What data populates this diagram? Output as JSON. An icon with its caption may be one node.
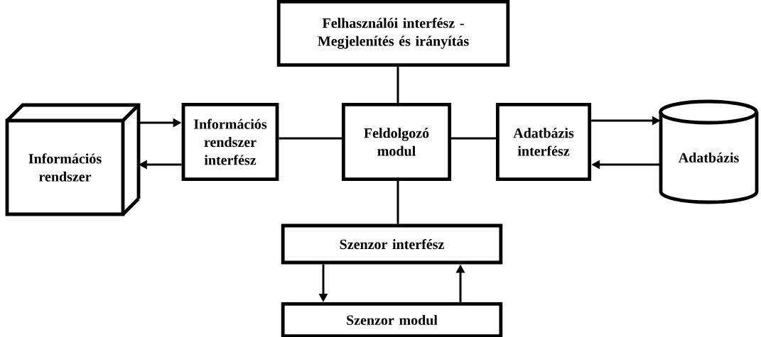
{
  "diagram": {
    "nodes": [
      {
        "text": [
          "Felhasználói interfész - Megjelenítés és irányítás"
        ]
      },
      {
        "text": [
          "Információs rendszer"
        ]
      },
      {
        "text": [
          "Információs rendszer interfész"
        ]
      },
      {
        "text": [
          "Feldolgozó modul"
        ]
      },
      {
        "text": [
          "Adatbázis interfész"
        ]
      },
      {
        "text": [
          "Adatbázis"
        ]
      },
      {
        "text": [
          "Szenzor interfész"
        ]
      },
      {
        "text": [
          "Szenzor modul"
        ]
      }
    ],
    "edges": [
      {
        "from": 0,
        "to": 3,
        "arrow": "none"
      },
      {
        "from": 1,
        "to": 2,
        "arrow": "to"
      },
      {
        "from": 2,
        "to": 1,
        "arrow": "to"
      },
      {
        "from": 2,
        "to": 3,
        "arrow": "none"
      },
      {
        "from": 3,
        "to": 4,
        "arrow": "none"
      },
      {
        "from": 4,
        "to": 5,
        "arrow": "to"
      },
      {
        "from": 5,
        "to": 4,
        "arrow": "to"
      },
      {
        "from": 3,
        "to": 6,
        "arrow": "none"
      },
      {
        "from": 6,
        "to": 7,
        "arrow": "to"
      },
      {
        "from": 7,
        "to": 6,
        "arrow": "to"
      }
    ]
  }
}
